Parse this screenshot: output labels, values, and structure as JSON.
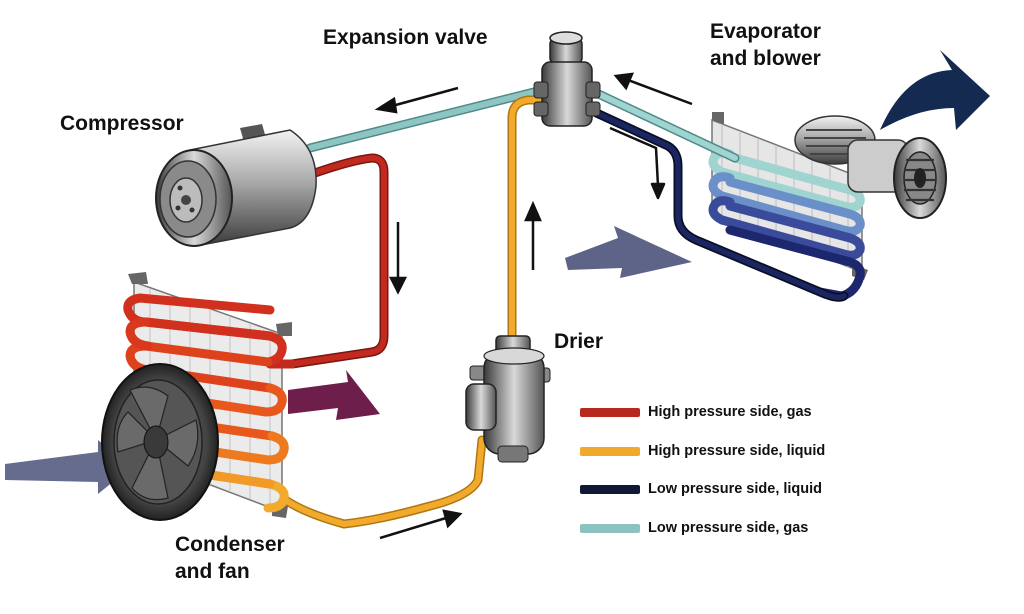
{
  "labels": {
    "expansion_valve": "Expansion valve",
    "evaporator_line1": "Evaporator",
    "evaporator_line2": "and blower",
    "compressor": "Compressor",
    "drier": "Drier",
    "condenser_line1": "Condenser",
    "condenser_line2": "and fan"
  },
  "legend": [
    {
      "label": "High pressure side, gas",
      "color": "#b8281c"
    },
    {
      "label": "High pressure side, liquid",
      "color": "#f0a92a"
    },
    {
      "label": "Low pressure side, liquid",
      "color": "#101838"
    },
    {
      "label": "Low pressure side, gas",
      "color": "#8cc2c0"
    }
  ],
  "colors": {
    "high_gas": "#c2291f",
    "high_liquid": "#f2aa2c",
    "low_liquid": "#121a44",
    "low_gas": "#8dc5c3",
    "airflow_in": "#5e6488",
    "airflow_hot": "#6e1e4a",
    "airflow_cold": "#142a50"
  },
  "icons": [
    "compressor-icon",
    "expansion-valve-icon",
    "evaporator-coil-icon",
    "blower-icon",
    "condenser-coil-icon",
    "fan-icon",
    "drier-icon",
    "flow-arrow-icon",
    "airflow-arrow-icon"
  ]
}
